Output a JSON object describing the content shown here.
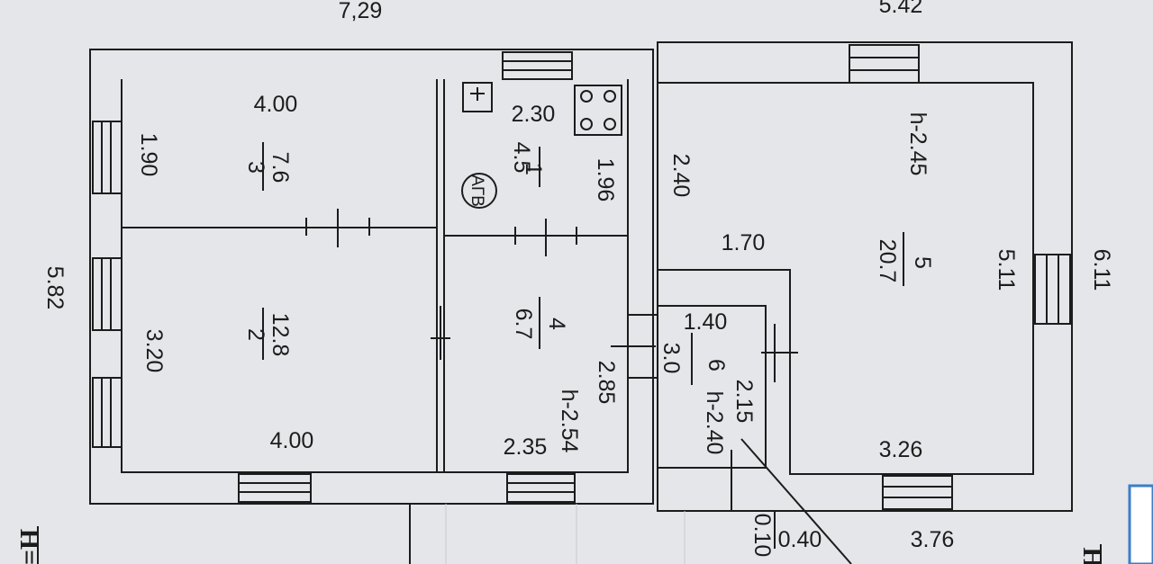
{
  "floorplan": {
    "outer": {
      "top_left_width": "7,29",
      "top_right_width": "5.42",
      "left_depth": "5.82",
      "right_depth": "6.11",
      "bottom_right_width": "3.76",
      "ledge_depth": "0.10",
      "ledge_width": "0.40"
    },
    "rooms": [
      {
        "number": "1",
        "area": "4.5",
        "width": "2.30",
        "depth": "1.96",
        "fixture": "АГВ"
      },
      {
        "number": "2",
        "area": "12.8",
        "width": "4.00",
        "depth": "3.20"
      },
      {
        "number": "3",
        "area": "7.6",
        "width": "4.00",
        "depth": "1.90"
      },
      {
        "number": "4",
        "area": "6.7",
        "width": "2.35",
        "depth": "2.85",
        "height": "h-2.54"
      },
      {
        "number": "5",
        "area": "20.7",
        "width_top": "2.40",
        "width_mid": "1.70",
        "width_bottom": "3.26",
        "depth": "5.11",
        "height": "h-2.45"
      },
      {
        "number": "6",
        "area": "3.0",
        "width": "1.40",
        "depth": "2.15",
        "height": "h-2.40"
      }
    ],
    "edge_text": {
      "left": "Н=",
      "right": "Н"
    },
    "colors": {
      "line": "#1c1c1c",
      "paper": "#e4e6e9",
      "accent": "#3a7fc8"
    }
  }
}
